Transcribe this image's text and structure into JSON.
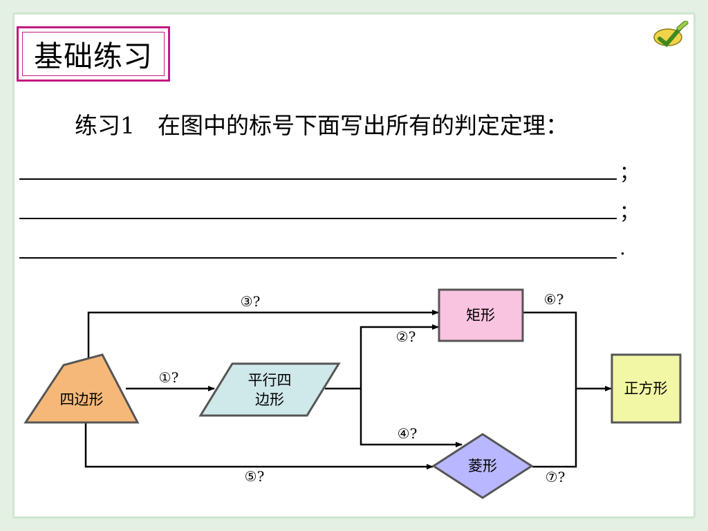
{
  "title": "基础练习",
  "question": "练习1　在图中的标号下面写出所有的判定定理：",
  "blanks": [
    {
      "end": "；"
    },
    {
      "end": "；"
    },
    {
      "end": "."
    }
  ],
  "diagram": {
    "quadrilateral": "四边形",
    "parallelogram_line1": "平行四",
    "parallelogram_line2": "边形",
    "rectangle": "矩形",
    "rhombus": "菱形",
    "square": "正方形",
    "labels": {
      "l1": "①?",
      "l2": "②?",
      "l3": "③?",
      "l4": "④?",
      "l5": "⑤?",
      "l6": "⑥?",
      "l7": "⑦?"
    }
  },
  "colors": {
    "title_border": "#c2187f",
    "quadrilateral_fill": "#f5b878",
    "parallelogram_fill": "#cfe8ea",
    "rectangle_fill": "#f9c4e0",
    "rhombus_fill": "#b9b7ff",
    "square_fill": "#f2f7a6"
  },
  "icons": [
    "pencil-icon"
  ]
}
